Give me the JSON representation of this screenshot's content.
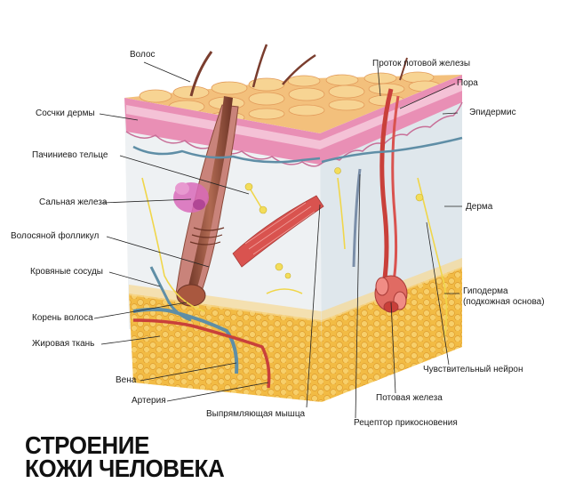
{
  "title": {
    "line1": "СТРОЕНИЕ",
    "line2": "КОЖИ ЧЕЛОВЕКА"
  },
  "labels": {
    "hair": "Волос",
    "dermal_papillae": "Сосчки дермы",
    "pacinian": "Пачиниево тельце",
    "sebaceous": "Сальная железа",
    "follicle": "Волосяной фолликул",
    "vessels": "Кровяные сосуды",
    "hair_root": "Корень волоса",
    "fat": "Жировая ткань",
    "vein": "Вена",
    "artery": "Артерия",
    "arrector": "Выпрямляющая мышца",
    "touch_receptor": "Рецептор прикосновения",
    "sweat_gland": "Потовая железа",
    "sensory_neuron": "Чувствительный нейрон",
    "hypodermis_1": "Гиподерма",
    "hypodermis_2": "(подкожная основа)",
    "dermis": "Дерма",
    "epidermis": "Эпидермис",
    "pore": "Пора",
    "sweat_duct": "Проток потовой железы"
  },
  "colors": {
    "epidermis": "#e98fb5",
    "epidermis_light": "#f4c2d6",
    "hair_top": "#f1c27a",
    "dermis": "#eef1f3",
    "dermis_side": "#dfe7ec",
    "hypodermis": "#f0b83f",
    "hypodermis_dark": "#e2a12d",
    "hair": "#8a4a3a",
    "muscle": "#d9534f",
    "vein": "#5f8ea6",
    "artery": "#c9403a",
    "nerve": "#f0d64a",
    "title": "#111111"
  }
}
